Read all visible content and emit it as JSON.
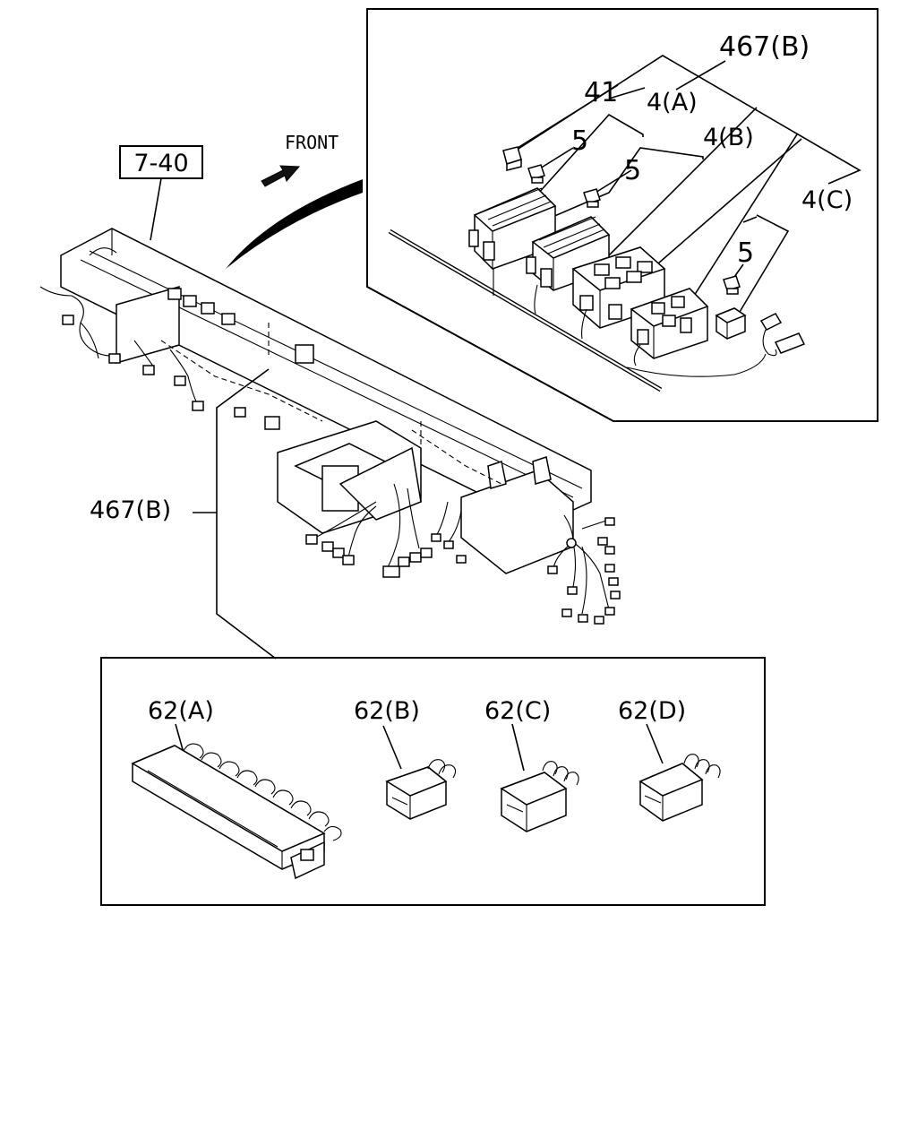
{
  "ref_label": "7-40",
  "front_label": "FRONT",
  "callouts": {
    "harness_main": "467(B)",
    "harness_detail": "467(B)",
    "relay_box_a": "4(A)",
    "relay_box_b": "4(B)",
    "relay_box_c": "4(C)",
    "cover": "41",
    "fuse_a": "5",
    "fuse_b": "5",
    "fuse_c": "5",
    "relay_62a": "62(A)",
    "relay_62b": "62(B)",
    "relay_62c": "62(C)",
    "relay_62d": "62(D)"
  }
}
